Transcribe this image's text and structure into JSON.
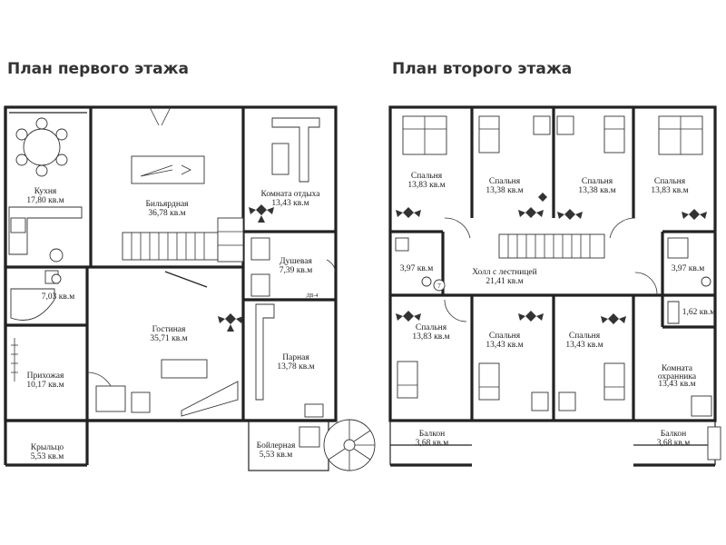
{
  "titles": {
    "first_floor": "План первого этажа",
    "second_floor": "План второго этажа"
  },
  "first_floor_rooms": [
    {
      "name": "Кухня",
      "area": "17,80 кв.м"
    },
    {
      "name": "Бильярдная",
      "area": "36,78 кв.м"
    },
    {
      "name": "Комната отдыха",
      "area": "13,43 кв.м"
    },
    {
      "name": "Душевая",
      "area": "7,39 кв.м"
    },
    {
      "name": "",
      "area": "7,03 кв.м"
    },
    {
      "name": "Гостиная",
      "area": "35,71 кв.м"
    },
    {
      "name": "Прихожая",
      "area": "10,17 кв.м"
    },
    {
      "name": "Парная",
      "area": "13,78 кв.м"
    },
    {
      "name": "Крыльцо",
      "area": "5,53 кв.м"
    },
    {
      "name": "Бойлерная",
      "area": "5,53 кв.м"
    }
  ],
  "second_floor_rooms": [
    {
      "name": "Спальня",
      "area": "13,83 кв.м"
    },
    {
      "name": "Спальня",
      "area": "13,38 кв.м"
    },
    {
      "name": "Спальня",
      "area": "13,38 кв.м"
    },
    {
      "name": "Спальня",
      "area": "13,83 кв.м"
    },
    {
      "name": "",
      "area": "3,97 кв.м"
    },
    {
      "name": "Холл с лестницей",
      "area": "21,41 кв.м"
    },
    {
      "name": "",
      "area": "3,97 кв.м"
    },
    {
      "name": "",
      "area": "1,62 кв.м"
    },
    {
      "name": "Спальня",
      "area": "13,83 кв.м"
    },
    {
      "name": "Спальня",
      "area": "13,43 кв.м"
    },
    {
      "name": "Спальня",
      "area": "13,43 кв.м"
    },
    {
      "name": "Комната охранника",
      "area": "13,43 кв.м"
    },
    {
      "name": "Балкон",
      "area": "3,68 кв.м"
    },
    {
      "name": "Балкон",
      "area": "3,68 кв.м"
    }
  ],
  "annotations": {
    "db_label": "ДВ-4",
    "circle_mark": "7"
  },
  "icons": [
    "plant-icon",
    "bed-icon",
    "table-icon",
    "stair-icon",
    "sofa-icon",
    "toilet-icon"
  ]
}
